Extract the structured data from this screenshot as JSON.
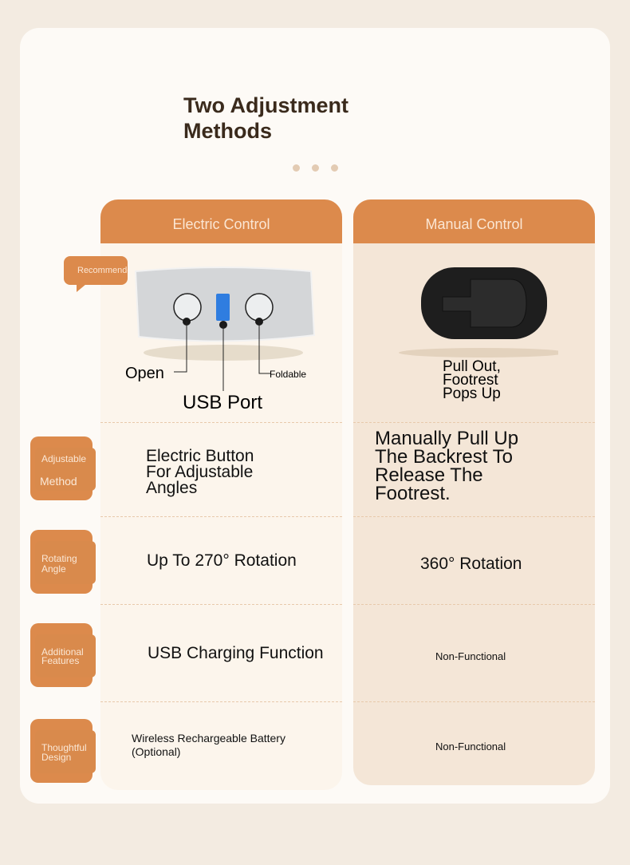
{
  "title_line1": "Two Adjustment",
  "title_line2": "Methods",
  "columns": {
    "electric": "Electric Control",
    "manual": "Manual Control"
  },
  "badge": "Recommended",
  "electric_callouts": {
    "open": "Open",
    "usb": "USB Port",
    "foldable": "Foldable"
  },
  "manual_callout": [
    "Pull Out,",
    "Footrest",
    "Pops Up"
  ],
  "rows": [
    {
      "label": [
        "Adjustable",
        "Method"
      ],
      "electric": [
        "Electric Button",
        "For Adjustable",
        "Angles"
      ],
      "manual": [
        "Manually Pull Up",
        "The Backrest To",
        "Release The",
        "Footrest."
      ]
    },
    {
      "label": [
        "Rotating",
        "Angle"
      ],
      "electric": "Up To 270° Rotation",
      "manual": "360° Rotation"
    },
    {
      "label": [
        "Additional",
        "Features"
      ],
      "electric": "USB Charging Function",
      "manual": "Non-Functional"
    },
    {
      "label": [
        "Thoughtful",
        "Design"
      ],
      "electric": [
        "Wireless Rechargeable Battery",
        "(Optional)"
      ],
      "manual": "Non-Functional"
    }
  ],
  "colors": {
    "accent": "#dc8a4c",
    "background": "#f3ebe1"
  }
}
